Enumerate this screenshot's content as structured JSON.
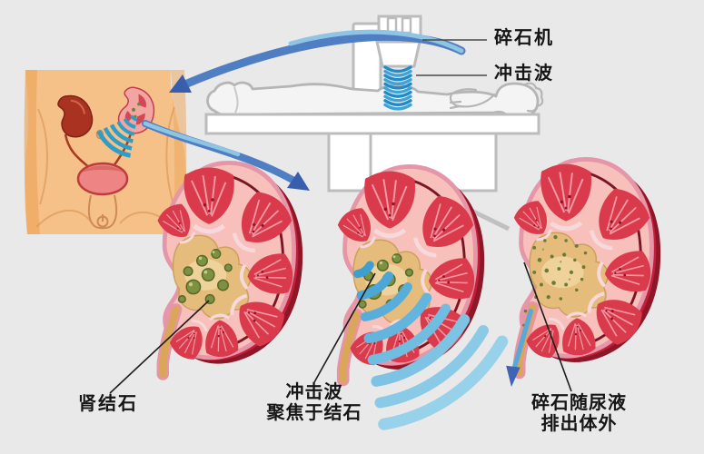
{
  "scene": {
    "labels": {
      "machine": "碎石机",
      "shock_wave": "冲击波",
      "kidney_stone": "肾结石",
      "focus_line1": "冲击波",
      "focus_line2": "聚焦于结石",
      "expel_line1": "碎石随尿液",
      "expel_line2": "排出体外"
    },
    "colors": {
      "background": "#e9e9e9",
      "arrow_blue": "#3a5eae",
      "wave_blue": "#3d9ed3",
      "wave_blue_light": "#7cc0e0",
      "machine_coil_blue": "#1f8cc9",
      "machine_outline_gray": "#bcbcbc",
      "kidney_red": "#da3b4c",
      "kidney_dark_red": "#8e1626",
      "cortex_pink": "#f7b0a8",
      "pelvis_tan": "#e5bc7c",
      "stone_green": "#7d9140",
      "skin": "#f6c189",
      "label_text": "#161616"
    }
  }
}
